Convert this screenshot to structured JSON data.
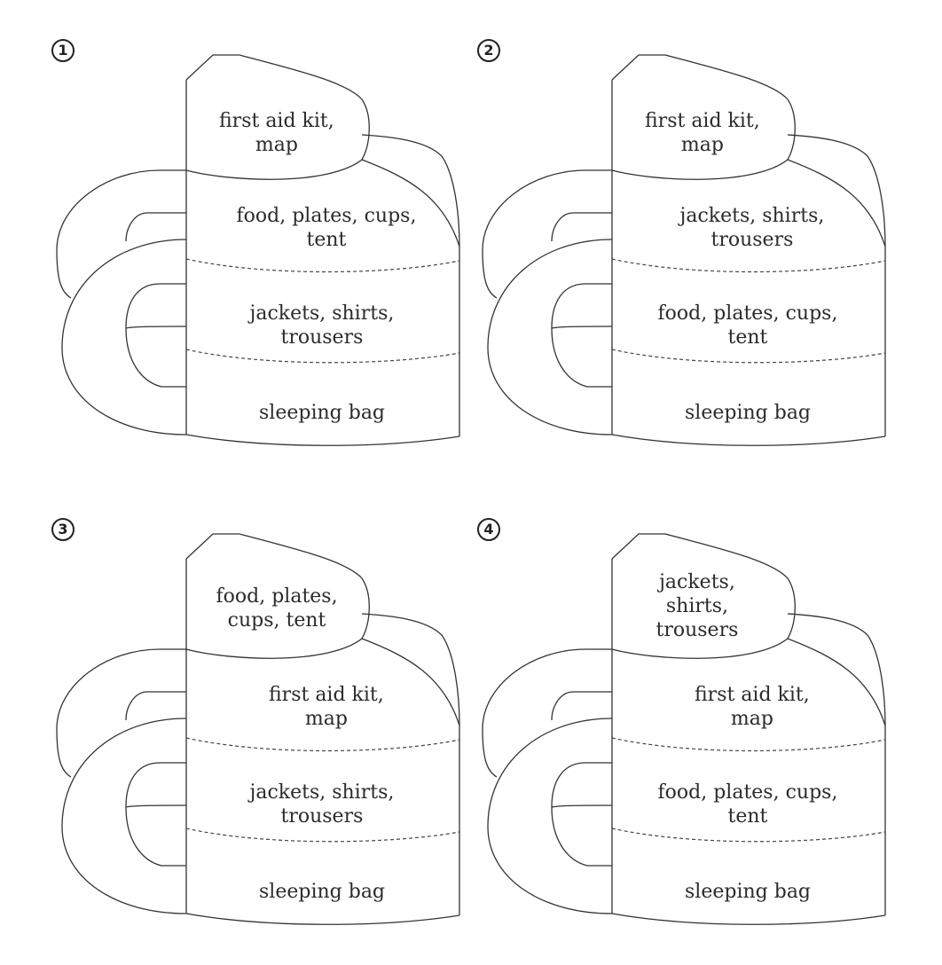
{
  "options": [
    {
      "marker": "①",
      "compartments": {
        "lid": [
          "first aid kit,",
          "map"
        ],
        "upper": [
          "food, plates, cups,",
          "tent"
        ],
        "middle": [
          "jackets, shirts,",
          "trousers"
        ],
        "bottom": [
          "sleeping bag"
        ]
      }
    },
    {
      "marker": "②",
      "compartments": {
        "lid": [
          "first aid kit,",
          "map"
        ],
        "upper": [
          "jackets, shirts,",
          "trousers"
        ],
        "middle": [
          "food, plates, cups,",
          "tent"
        ],
        "bottom": [
          "sleeping bag"
        ]
      }
    },
    {
      "marker": "③",
      "compartments": {
        "lid": [
          "food, plates,",
          "cups, tent"
        ],
        "upper": [
          "first aid kit,",
          "map"
        ],
        "middle": [
          "jackets, shirts,",
          "trousers"
        ],
        "bottom": [
          "sleeping bag"
        ]
      }
    },
    {
      "marker": "④",
      "compartments": {
        "lid": [
          "jackets,",
          "shirts,",
          "trousers"
        ],
        "upper": [
          "first aid kit,",
          "map"
        ],
        "middle": [
          "food, plates, cups,",
          "tent"
        ],
        "bottom": [
          "sleeping bag"
        ]
      }
    }
  ]
}
